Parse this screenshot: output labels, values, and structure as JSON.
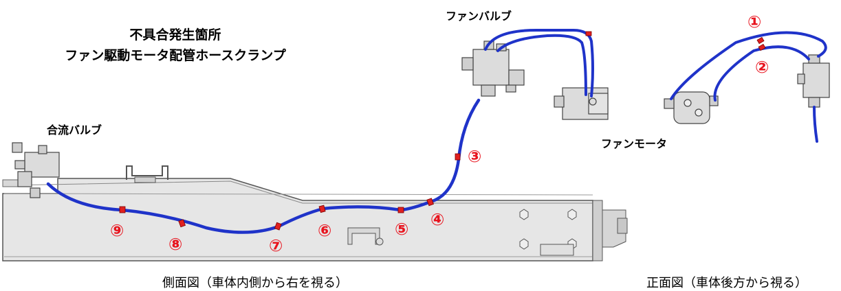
{
  "title": {
    "line1": "不具合発生箇所",
    "line2": "ファン駆動モータ配管ホースクランプ"
  },
  "labels": {
    "fan_valve": "ファンバルブ",
    "merge_valve": "合流バルブ",
    "fan_motor": "ファンモータ"
  },
  "captions": {
    "side_view": "側面図（車体内側から右を視る）",
    "front_view": "正面図（車体後方から視る）"
  },
  "clamps": {
    "c1": "①",
    "c2": "②",
    "c3": "③",
    "c4": "④",
    "c5": "⑤",
    "c6": "⑥",
    "c7": "⑦",
    "c8": "⑧",
    "c9": "⑨"
  },
  "colors": {
    "hose": "#1f33c9",
    "clamp": "#e02020",
    "clamp_number": "#e8141e",
    "frame_fill": "#e6e6e6",
    "frame_stroke": "#555555"
  }
}
